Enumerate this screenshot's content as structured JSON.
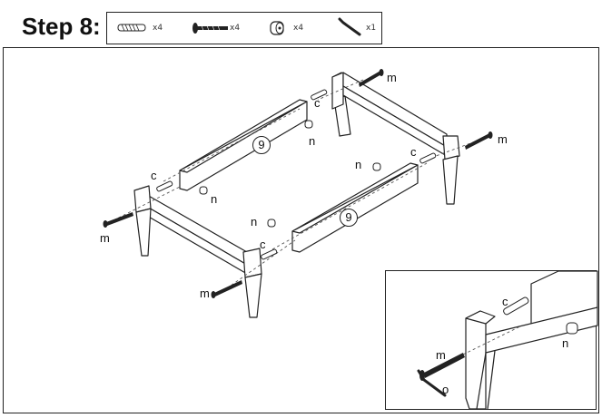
{
  "title": "Step 8:",
  "parts": [
    {
      "icon": "dowel-icon",
      "qty": "x4"
    },
    {
      "icon": "bolt-icon",
      "qty": "x4"
    },
    {
      "icon": "barrel-nut-icon",
      "qty": "x4"
    },
    {
      "icon": "allen-key-icon",
      "qty": "x1"
    }
  ],
  "labels": {
    "m": "m",
    "c": "c",
    "n": "n",
    "o": "o",
    "part9": "9"
  }
}
